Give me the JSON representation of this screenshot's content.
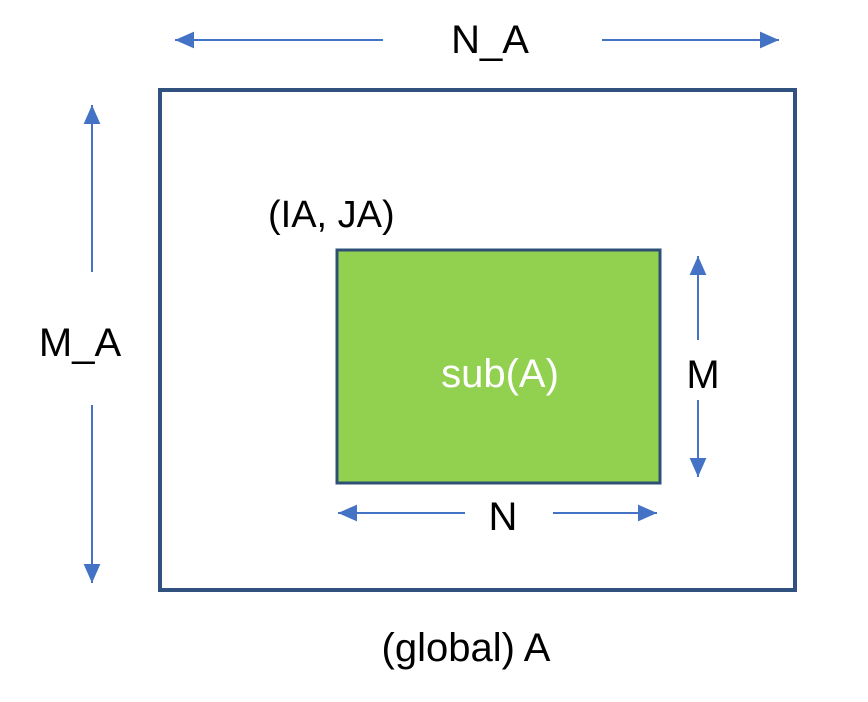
{
  "diagram": {
    "description": "Global matrix A with submatrix sub(A) dimension diagram",
    "labels": {
      "outer_width": "N_A",
      "outer_height": "M_A",
      "sub_origin": "(IA, JA)",
      "sub_name": "sub(A)",
      "sub_height": "M",
      "sub_width": "N",
      "global_name": "(global) A"
    },
    "colors": {
      "background": "#FFFFFF",
      "outline": "#31527E",
      "arrow": "#4472C4",
      "submatrix_fill": "#92D050",
      "submatrix_outline": "#2E5077",
      "label_text": "#000000",
      "sub_label_text": "#FFFFFF"
    }
  }
}
